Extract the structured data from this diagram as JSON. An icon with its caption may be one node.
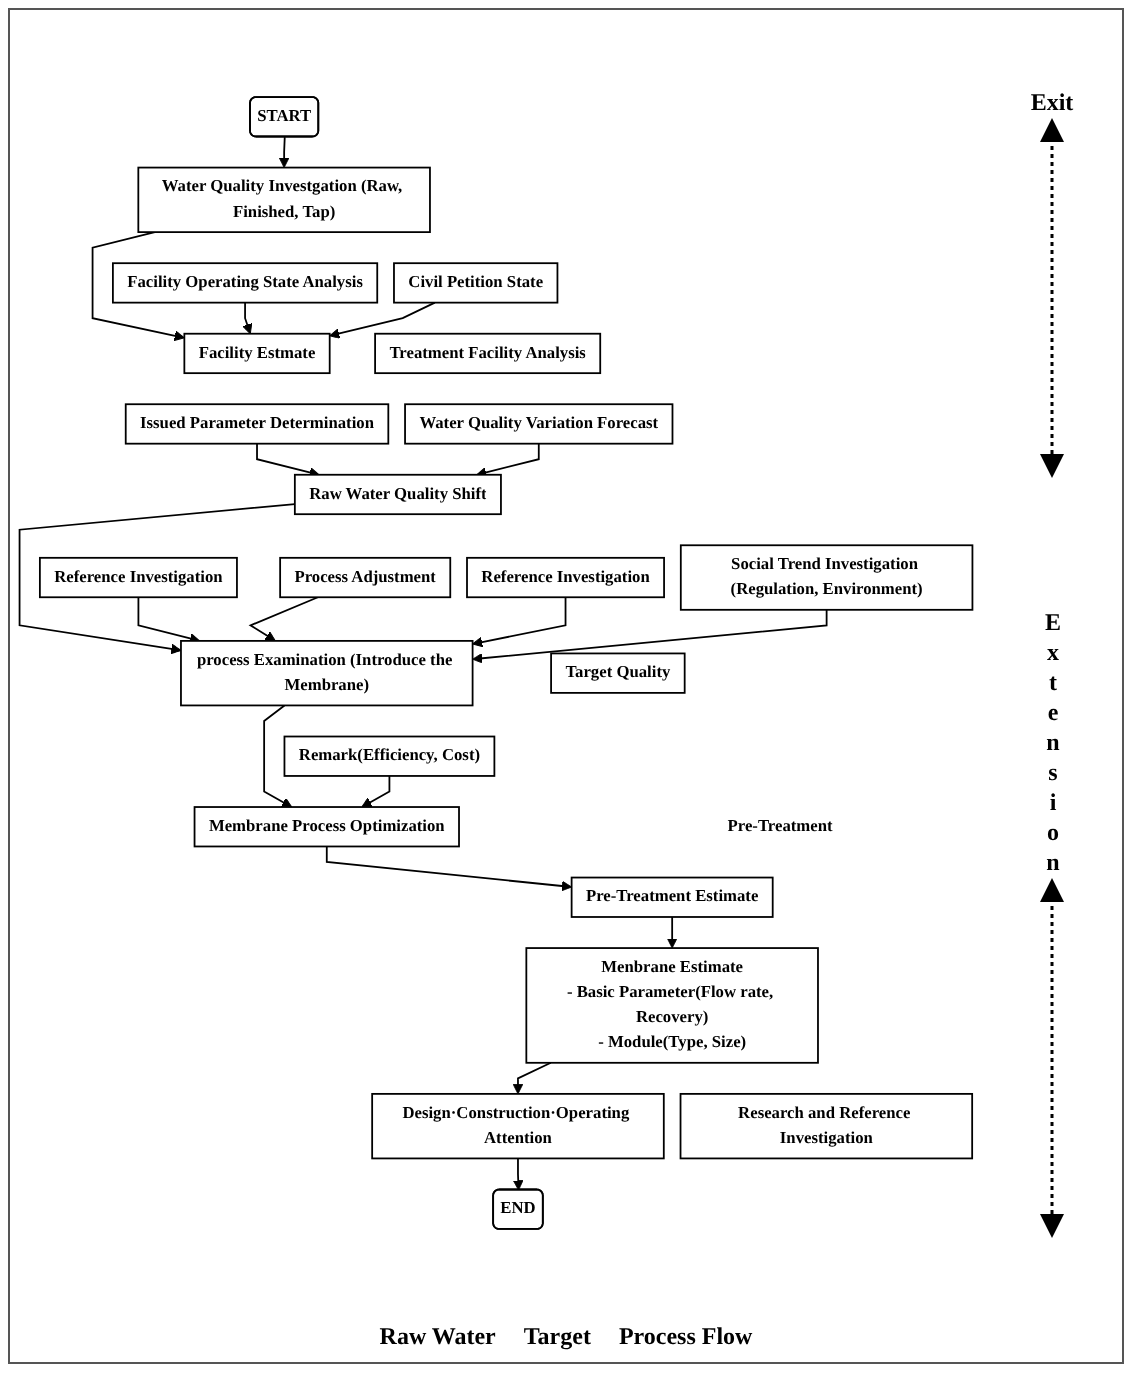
{
  "diagram": {
    "nodes": [
      {
        "text": [
          "START"
        ]
      },
      {
        "text": [
          "Water Quality Investgation (Raw, Finished, Tap)"
        ]
      },
      {
        "text": [
          "Civil Petition State"
        ]
      },
      {
        "text": [
          "Treatment Facility Analysis"
        ]
      },
      {
        "text": [
          "Facility Operating State Analysis"
        ]
      },
      {
        "text": [
          "Facility Estmate"
        ]
      },
      {
        "text": [
          "Issued Parameter Determination"
        ]
      },
      {
        "text": [
          "Water Quality Variation Forecast"
        ]
      },
      {
        "text": [
          "Raw Water Quality Shift"
        ]
      },
      {
        "text": [
          "Social Trend Investigation (Regulation, Environment)"
        ]
      },
      {
        "text": [
          "Reference Investigation"
        ]
      },
      {
        "text": [
          "Process Adjustment"
        ]
      },
      {
        "text": [
          "Target Quality"
        ]
      },
      {
        "text": [
          "Reference Investigation"
        ]
      },
      {
        "text": [
          "process Examination (Introduce the Membrane)"
        ]
      },
      {
        "text": [
          "Remark(Efficiency, Cost)"
        ]
      },
      {
        "text": [
          "Membrane Process Optimization"
        ]
      },
      {
        "text": [
          "Pre-Treatment Estimate"
        ],
        "beside": [
          "Pre-Treatment"
        ]
      },
      {
        "text": [
          "Menbrane Estimate",
          "- Basic Parameter(Flow rate, Recovery)",
          "- Module(Type, Size)"
        ]
      },
      {
        "text": [
          "Research and Reference Investigation"
        ]
      },
      {
        "text": [
          "Design·Construction·Operating Attention"
        ]
      },
      {
        "text": [
          "END"
        ]
      }
    ],
    "edges": [
      {
        "from": 0,
        "to": 1,
        "arrow": "to"
      },
      {
        "from": 1,
        "to": 5,
        "arrow": "to"
      },
      {
        "from": 2,
        "to": 5,
        "arrow": "to"
      },
      {
        "from": 4,
        "to": 5,
        "arrow": "to"
      },
      {
        "from": 6,
        "to": 8,
        "arrow": "to"
      },
      {
        "from": 7,
        "to": 8,
        "arrow": "to"
      },
      {
        "from": 8,
        "to": 14,
        "arrow": "to"
      },
      {
        "from": 9,
        "to": 14,
        "arrow": "to"
      },
      {
        "from": 10,
        "to": 14,
        "arrow": "to"
      },
      {
        "from": 11,
        "to": 14,
        "arrow": "to"
      },
      {
        "from": 13,
        "to": 14,
        "arrow": "to"
      },
      {
        "from": 14,
        "to": 16,
        "arrow": "to"
      },
      {
        "from": 15,
        "to": 16,
        "arrow": "to"
      },
      {
        "from": 16,
        "to": 17,
        "arrow": "to"
      },
      {
        "from": 17,
        "to": 18,
        "arrow": "to"
      },
      {
        "from": 18,
        "to": 20,
        "arrow": "to"
      },
      {
        "from": 20,
        "to": 21,
        "arrow": "to"
      }
    ],
    "labels": [
      "Exit",
      "Raw Water",
      "Extension",
      "Target",
      "Process Flow"
    ]
  }
}
